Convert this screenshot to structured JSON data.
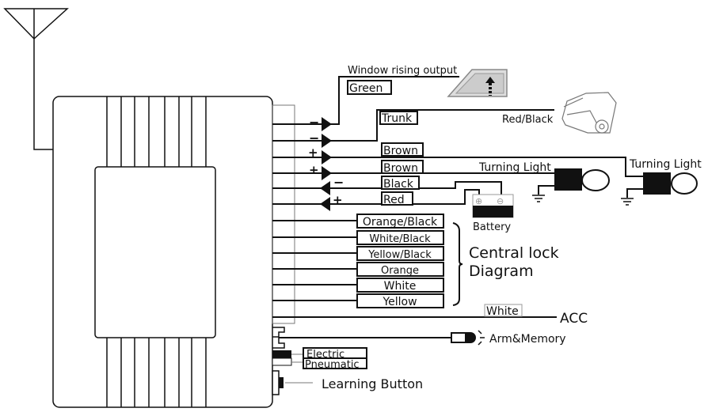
{
  "outputs": {
    "window_rising": {
      "title": "Window rising output",
      "wire": "Green",
      "polarity": "−"
    },
    "trunk": {
      "wire": "Trunk",
      "color_label": "Red/Black",
      "polarity": "−"
    },
    "turning_light_1": {
      "wire": "Brown",
      "polarity": "+",
      "label": "Turning Light"
    },
    "turning_light_2": {
      "wire": "Brown",
      "polarity": "+",
      "label": "Turning Light"
    }
  },
  "power": {
    "ground": {
      "wire": "Black",
      "polarity": "−"
    },
    "positive": {
      "wire": "Red",
      "polarity": "+"
    },
    "battery_label": "Battery",
    "battery_plus": "⊕",
    "battery_minus": "⊖"
  },
  "central_lock": {
    "title_line1": "Central lock",
    "title_line2": "Diagram",
    "wires": [
      "Orange/Black",
      "White/Black",
      "Yellow/Black",
      "Orange",
      "White",
      "Yellow"
    ]
  },
  "acc": {
    "wire": "White",
    "label": "ACC"
  },
  "arm_memory": {
    "label": "Arm&Memory"
  },
  "lock_type": {
    "options": [
      "Electric",
      "Pneumatic"
    ]
  },
  "learning_button": {
    "label": "Learning Button"
  }
}
